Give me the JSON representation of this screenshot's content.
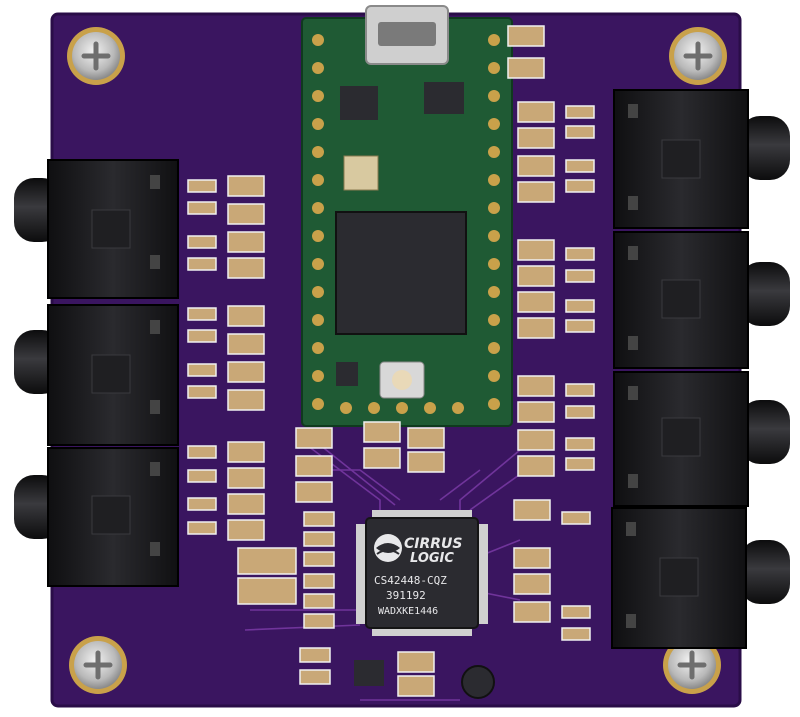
{
  "photo": {
    "subject": "purple-pcb-audio-board",
    "colors": {
      "pcb": "#3a1560",
      "pcb_edge": "#2a0d48",
      "teensy_green": "#1f5a34",
      "jack": "#1a1a1c",
      "chip": "#2b2b30",
      "gold": "#c9a14a",
      "silk": "#e6e6e6"
    },
    "codec_chip": {
      "brand_line1": "CIRRUS",
      "brand_line2": "LOGIC",
      "part_number": "CS42448-CQZ",
      "lot_code": "391192",
      "date_code": "WADXKE1446"
    },
    "icons": {
      "screw": "phillips-screw-icon",
      "jack": "audio-jack-icon",
      "usb": "micro-usb-icon"
    }
  }
}
